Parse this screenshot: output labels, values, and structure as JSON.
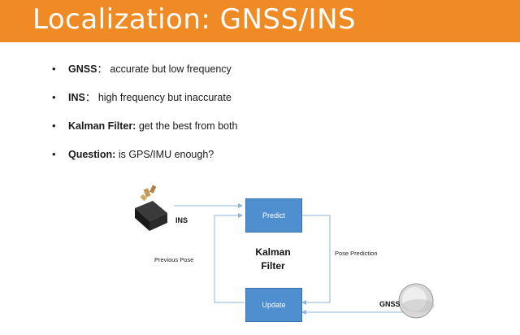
{
  "slide": {
    "title": "Localization: GNSS/INS",
    "bullets": [
      {
        "bold": "GNSS",
        "text": "： accurate but low frequency"
      },
      {
        "bold": "INS",
        "text": "： high frequency but inaccurate"
      },
      {
        "bold": "Kalman Filter:",
        "text": " get the best from both"
      },
      {
        "bold": "Question:",
        "text": " is GPS/IMU enough?"
      }
    ]
  },
  "diagram": {
    "predict_label": "Predict",
    "update_label": "Update",
    "kalman_line1": "Kalman",
    "kalman_line2": "Filter",
    "ins_label": "INS",
    "gnss_label": "GNSS",
    "previous_pose_label": "Previous Pose",
    "pose_prediction_label": "Pose Prediction",
    "colors": {
      "accent": "#f08a24",
      "box": "#4f8fcf",
      "line": "#8fb4da"
    }
  }
}
